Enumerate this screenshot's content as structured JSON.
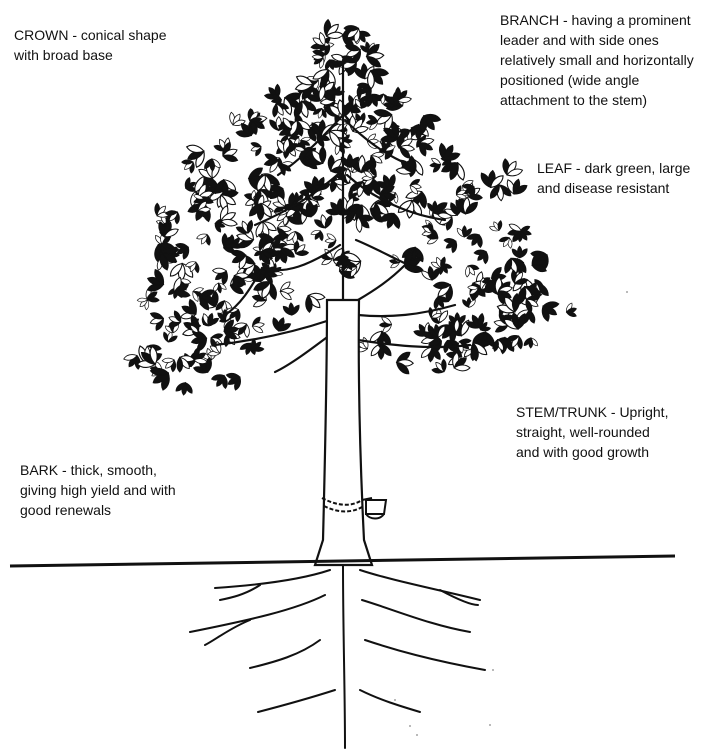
{
  "labels": {
    "crown": {
      "lines": [
        "CROWN - conical shape",
        "with broad base"
      ]
    },
    "branch": {
      "lines": [
        "BRANCH - having a prominent",
        "leader and with side ones",
        "relatively small and horizontally",
        "positioned (wide angle",
        "attachment to the stem)"
      ]
    },
    "leaf": {
      "lines": [
        "LEAF - dark green, large",
        "and disease resistant"
      ]
    },
    "stem": {
      "lines": [
        "STEM/TRUNK - Upright,",
        "straight, well-rounded",
        "and with good growth"
      ]
    },
    "bark": {
      "lines": [
        "BARK - thick, smooth,",
        "giving high yield and with",
        "good renewals"
      ]
    }
  },
  "colors": {
    "ink": "#111111",
    "paper": "#ffffff"
  }
}
